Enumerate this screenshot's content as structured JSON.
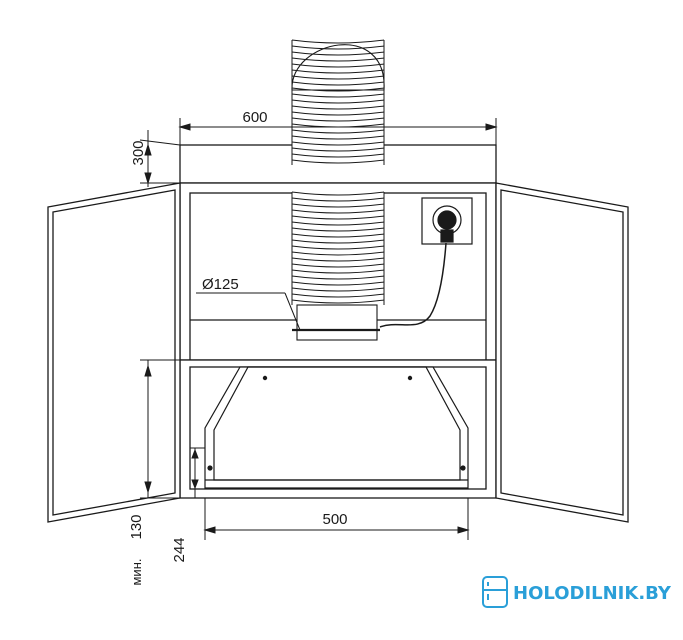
{
  "dimensions": {
    "width_top": "600",
    "height_top": "300",
    "duct_diameter": "Ø125",
    "width_bottom": "500",
    "min_label": "мин.",
    "min_gap": "130",
    "hood_height": "244"
  },
  "logo": {
    "text": "HOLODILNIK.BY",
    "color": "#2a9fd8",
    "icon": "fridge-icon"
  },
  "colors": {
    "line": "#1a1a1a",
    "cabinet_fill": "#ffffff"
  }
}
